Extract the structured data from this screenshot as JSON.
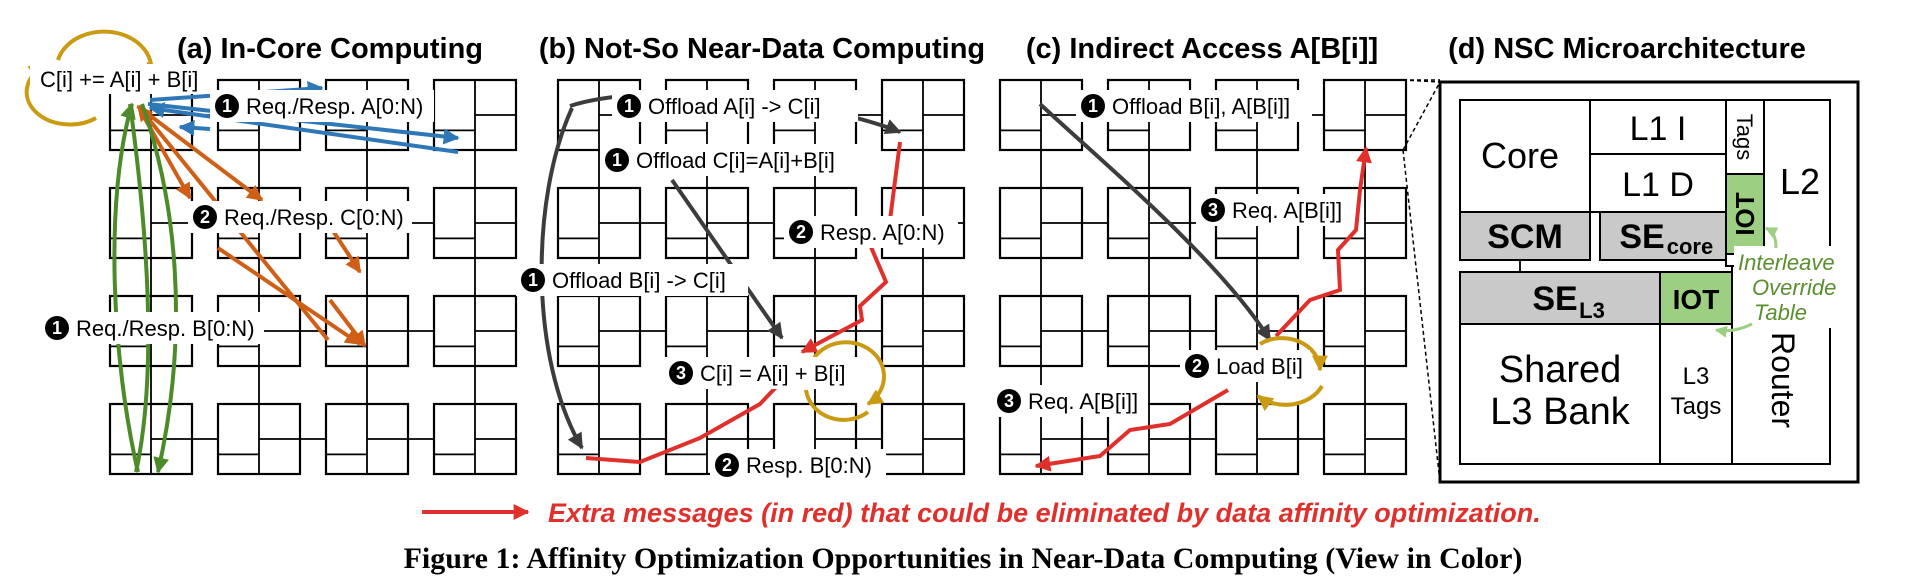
{
  "panels": [
    {
      "title": "(a) In-Core Computing"
    },
    {
      "title": "(b) Not-So Near-Data Computing"
    },
    {
      "title": "(c) Indirect Access A[B[i]]"
    },
    {
      "title": "(d) NSC Microarchitecture"
    }
  ],
  "panel_a": {
    "op": "C[i] += A[i] + B[i]",
    "step_req_a_num": "1",
    "step_req_a": "Req./Resp. A[0:N)",
    "step_req_c_num": "2",
    "step_req_c": "Req./Resp. C[0:N)",
    "step_req_b_num": "1",
    "step_req_b": "Req./Resp. B[0:N)"
  },
  "panel_b": {
    "offload_a_num": "1",
    "offload_a": "Offload A[i] -> C[i]",
    "offload_c_num": "1",
    "offload_c": "Offload C[i]=A[i]+B[i]",
    "resp_a_num": "2",
    "resp_a": "Resp. A[0:N)",
    "offload_b_num": "1",
    "offload_b": "Offload B[i] -> C[i]",
    "compute_num": "3",
    "compute": "C[i] = A[i] + B[i]",
    "resp_b_num": "2",
    "resp_b": "Resp. B[0:N)"
  },
  "panel_c": {
    "offload_num": "1",
    "offload": "Offload B[i], A[B[i]]",
    "req_up_num": "3",
    "req_up": "Req. A[B[i]]",
    "load_num": "2",
    "load": "Load B[i]",
    "req_left_num": "3",
    "req_left": "Req. A[B[i]]"
  },
  "panel_d": {
    "core": "Core",
    "l1i": "L1 I",
    "l1d": "L1 D",
    "tags": "Tags",
    "l2": "L2",
    "iot_top": "IOT",
    "scm": "SCM",
    "se_core_base": "SE",
    "se_core_sub": "core",
    "se_l3_base": "SE",
    "se_l3_sub": "L3",
    "iot_mid": "IOT",
    "interleave_note": [
      "Interleave",
      "Override",
      "Table"
    ],
    "shared_l3": [
      "Shared",
      "L3 Bank"
    ],
    "l3_tags": [
      "L3",
      "Tags"
    ],
    "router": "Router"
  },
  "legend": {
    "text": "Extra messages (in red) that could be eliminated by data affinity optimization."
  },
  "caption": {
    "text": "Figure 1: Affinity Optimization Opportunities in Near-Data Computing (View in Color)"
  },
  "colors": {
    "red": "#e0302c",
    "blue": "#2f78b7",
    "orange": "#cf5f17",
    "green": "#4d8a2a",
    "gold": "#c99a12",
    "gray": "#3c3c3c",
    "light_green": "#9ccf82",
    "box_gray": "#c9c9c9"
  }
}
